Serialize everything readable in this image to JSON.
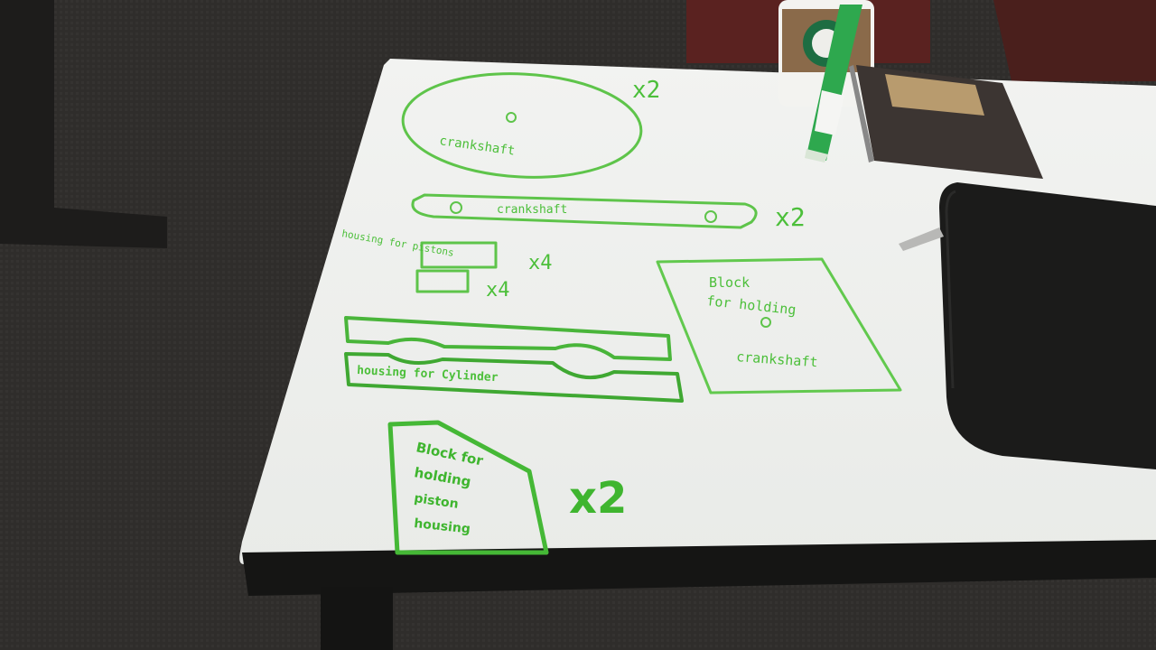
{
  "whiteboard": {
    "large_disc": {
      "label": "crankshaft",
      "multiplier": "x2"
    },
    "crank_bar": {
      "label": "crankshaft",
      "multiplier": "x2"
    },
    "piston_housing_label": "housing for pistons",
    "small_rect_top": {
      "multiplier": "x4"
    },
    "small_rect_bottom": {
      "multiplier": "x4"
    },
    "cylinder_housing": {
      "label": "housing for Cylinder"
    },
    "crank_block": {
      "lines": [
        "Block",
        "for holding",
        "crankshaft"
      ]
    },
    "piston_block": {
      "lines": [
        "Block for",
        "holding",
        "piston",
        "housing"
      ],
      "multiplier": "x2"
    }
  },
  "colors": {
    "marker_green": "#4cbf3a",
    "table_top": "#f4f4f2",
    "carpet": "#2e2c2a"
  },
  "objects": [
    "starbucks-cup",
    "green-marker",
    "spiral-notebook",
    "black-laptop-sleeve"
  ]
}
